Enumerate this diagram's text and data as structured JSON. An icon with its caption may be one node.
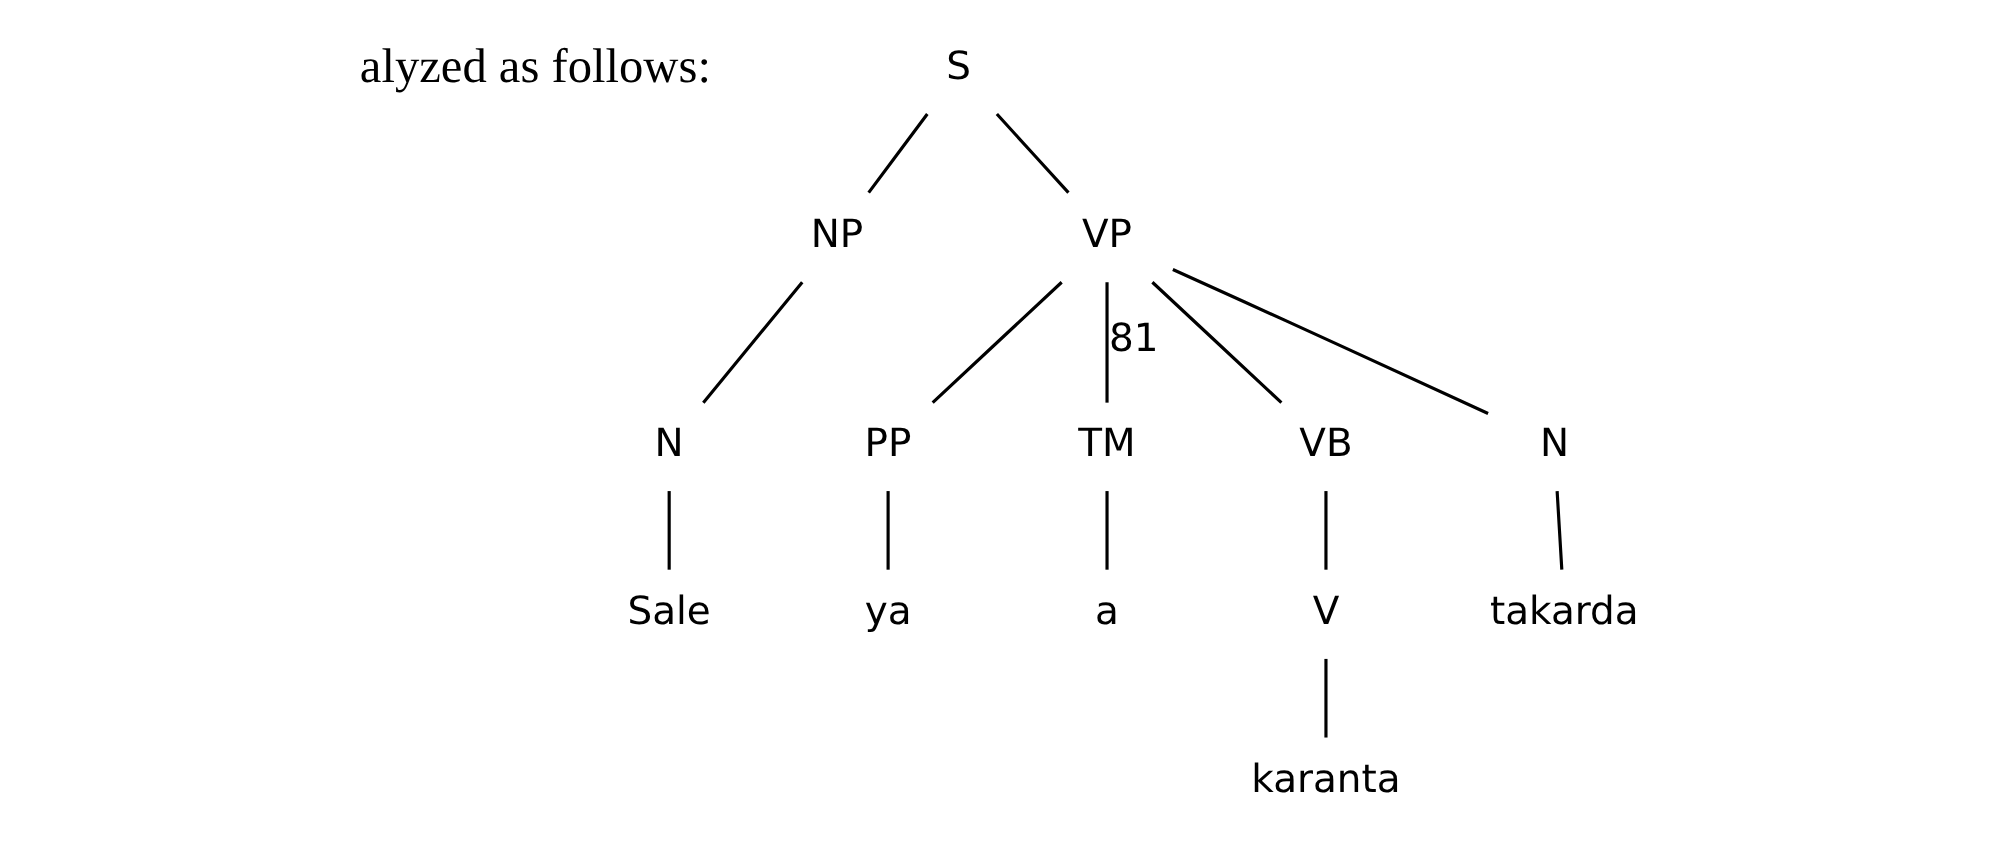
{
  "diagram": {
    "nodes": [
      {
        "text": [
          "S"
        ]
      },
      {
        "text": [
          "NP"
        ]
      },
      {
        "text": [
          "VP"
        ]
      },
      {
        "text": [
          "N"
        ]
      },
      {
        "text": [
          "PP"
        ]
      },
      {
        "text": [
          "TM"
        ]
      },
      {
        "text": [
          "VB"
        ]
      },
      {
        "text": [
          "N"
        ]
      },
      {
        "text": [
          "Sale"
        ]
      },
      {
        "text": [
          "ya"
        ]
      },
      {
        "text": [
          "a"
        ]
      },
      {
        "text": [
          "V"
        ]
      },
      {
        "text": [
          "karanta"
        ]
      },
      {
        "text": [
          "takarda"
        ]
      }
    ],
    "edges": [
      {
        "from": 0,
        "to": 1,
        "arrow": "none"
      },
      {
        "from": 0,
        "to": 2,
        "arrow": "none"
      },
      {
        "from": 1,
        "to": 3,
        "arrow": "none"
      },
      {
        "from": 2,
        "to": 4,
        "arrow": "none"
      },
      {
        "from": 2,
        "to": 5,
        "arrow": "none",
        "label": "81"
      },
      {
        "from": 2,
        "to": 6,
        "arrow": "none"
      },
      {
        "from": 2,
        "to": 7,
        "arrow": "none"
      },
      {
        "from": 3,
        "to": 8,
        "arrow": "none"
      },
      {
        "from": 4,
        "to": 9,
        "arrow": "none"
      },
      {
        "from": 5,
        "to": 10,
        "arrow": "none"
      },
      {
        "from": 6,
        "to": 11,
        "arrow": "none"
      },
      {
        "from": 11,
        "to": 12,
        "arrow": "none"
      },
      {
        "from": 7,
        "to": 13,
        "arrow": "none"
      }
    ],
    "labels": [
      "alyzed as follows:"
    ]
  }
}
